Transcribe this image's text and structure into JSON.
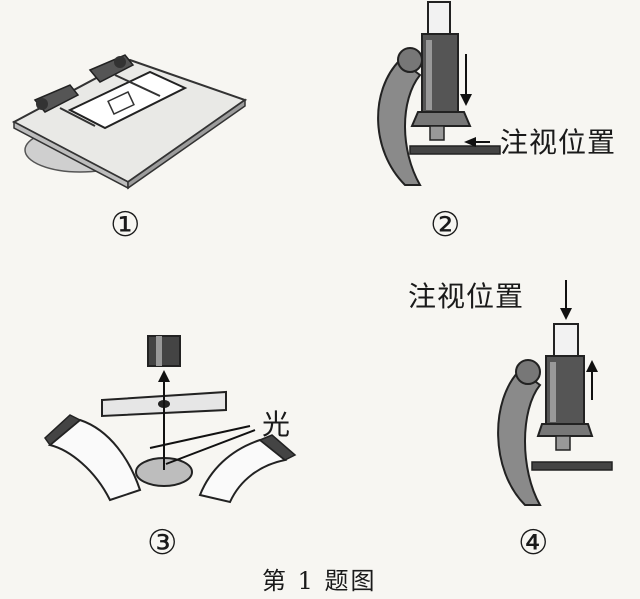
{
  "figure": {
    "caption": "第 1 题图",
    "panels": [
      {
        "number": "①"
      },
      {
        "number": "②",
        "annotation": "注视位置"
      },
      {
        "number": "③",
        "annotation": "光"
      },
      {
        "number": "④",
        "annotation": "注视位置"
      }
    ]
  }
}
